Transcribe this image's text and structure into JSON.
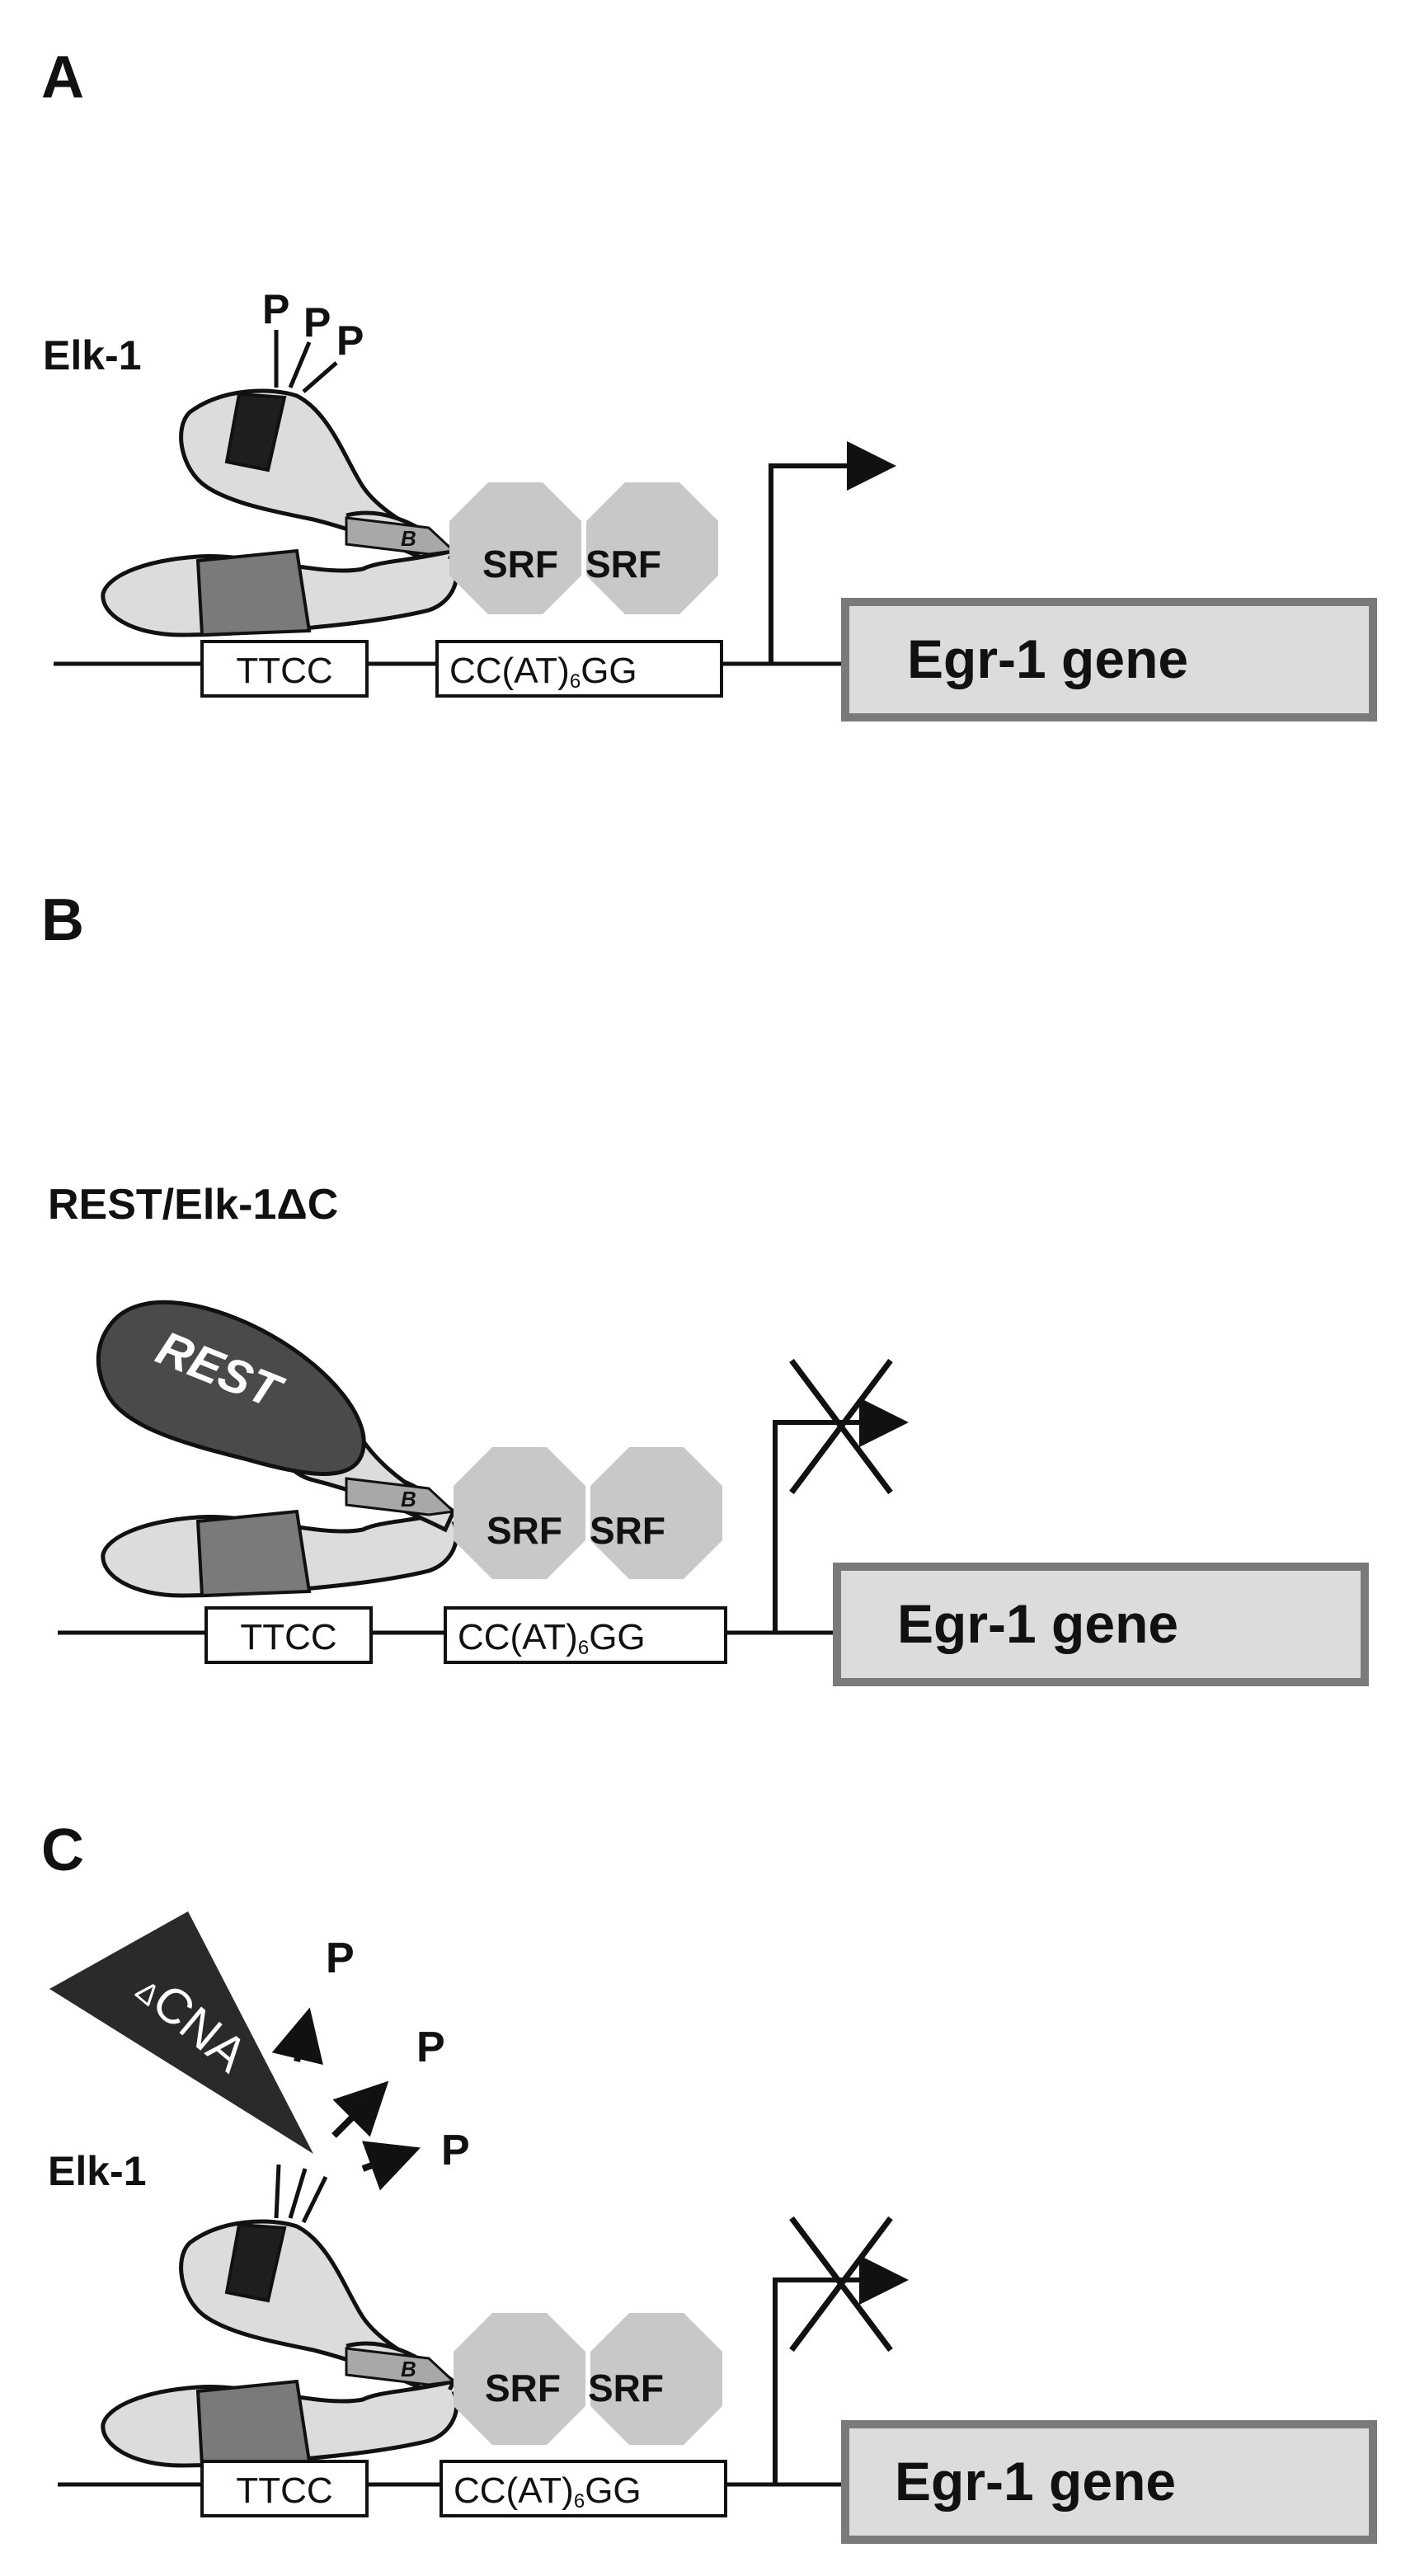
{
  "panels": [
    {
      "letter": "A",
      "factor_label": "Elk-1",
      "phospho": [
        "P",
        "P",
        "P"
      ],
      "b_domain": "B",
      "srf": [
        "SRF",
        "SRF"
      ],
      "ttcc": "TTCC",
      "carg": {
        "prefix": "CC(AT)",
        "sub": "6",
        "suffix": "GG"
      },
      "gene": "Egr-1 gene"
    },
    {
      "letter": "B",
      "factor_label": "REST/Elk-1ΔC",
      "rest": "REST",
      "b_domain": "B",
      "srf": [
        "SRF",
        "SRF"
      ],
      "ttcc": "TTCC",
      "carg": {
        "prefix": "CC(AT)",
        "sub": "6",
        "suffix": "GG"
      },
      "gene": "Egr-1 gene"
    },
    {
      "letter": "C",
      "factor_label": "Elk-1",
      "cna": {
        "delta": "Δ",
        "text": "CNA"
      },
      "released_phospho": [
        "P",
        "P",
        "P"
      ],
      "b_domain": "B",
      "srf": [
        "SRF",
        "SRF"
      ],
      "ttcc": "TTCC",
      "carg": {
        "prefix": "CC(AT)",
        "sub": "6",
        "suffix": "GG"
      },
      "gene": "Egr-1 gene"
    }
  ],
  "colors": {
    "elk_body": "#dcdcdc",
    "elk_dark_band": "#1e1e1e",
    "elk_mid_block": "#7a7a7a",
    "b_domain": "#a8a8a8",
    "srf": "#c8c8c8",
    "rest": "#4a4a4a",
    "cna": "#2a2a2a",
    "gene_fill": "#dcdcdc",
    "gene_border": "#7a7a7a"
  }
}
